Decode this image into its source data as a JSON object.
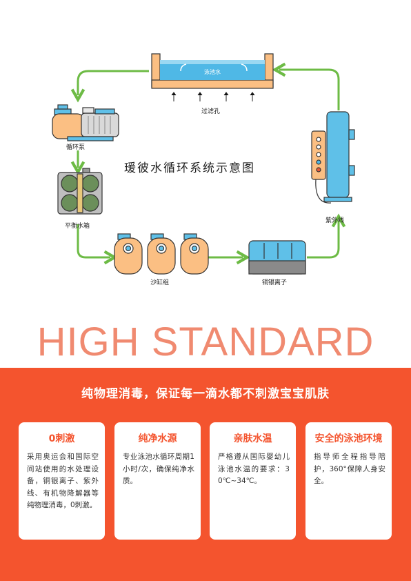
{
  "diagram": {
    "title": "瑗彼水循环系统示意图",
    "labels": {
      "pool_water": "泳池水",
      "filter_holes": "过滤孔",
      "pump": "循环泵",
      "balance_tank": "平衡水箱",
      "sand_tank": "沙缸组",
      "copper_silver": "铜银离子",
      "uv": "紫外线"
    },
    "colors": {
      "arrow": "#6dbb45",
      "orange": "#fbbf83",
      "blue": "#5fc0e8",
      "water": "#4fb8e6"
    }
  },
  "banner": {
    "text": "HIGH STANDARD",
    "color": "#f08a70"
  },
  "section": {
    "background": "#f4542e",
    "headline": "纯物理消毒，保证每一滴水都不刺激宝宝肌肤",
    "cards": [
      {
        "title": "0刺激",
        "body": "采用奥运会和国际空间站使用的水处理设备，铜银离子、紫外线、有机物降解器等纯物理消毒，0刺激。"
      },
      {
        "title": "纯净水源",
        "body": "专业泳池水循环周期1小时/次，确保纯净水质。"
      },
      {
        "title": "亲肤水温",
        "body": "严格遵从国际婴幼儿泳池水温的要求：30℃~34℃。"
      },
      {
        "title": "安全的泳池环境",
        "body": "指导师全程指导陪护，360°保障人身安全。"
      }
    ]
  }
}
